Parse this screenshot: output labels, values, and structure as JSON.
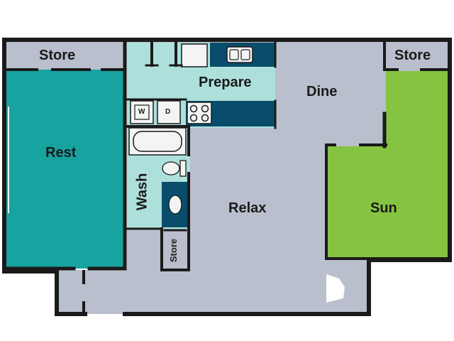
{
  "colors": {
    "wall": "#1a1a1a",
    "floor": "#b9bfcc",
    "rest": "#17a3a0",
    "sun": "#85c441",
    "wet": "#ade0db",
    "cabinet": "#0a4c6b",
    "fixture": "#f4f4f4"
  },
  "rooms": {
    "store_left": "Store",
    "store_right": "Store",
    "prepare": "Prepare",
    "dine": "Dine",
    "rest": "Rest",
    "wash": "Wash",
    "relax": "Relax",
    "sun": "Sun",
    "store_small": "Store"
  },
  "fixtures": {
    "washer": "W",
    "dryer": "D"
  }
}
